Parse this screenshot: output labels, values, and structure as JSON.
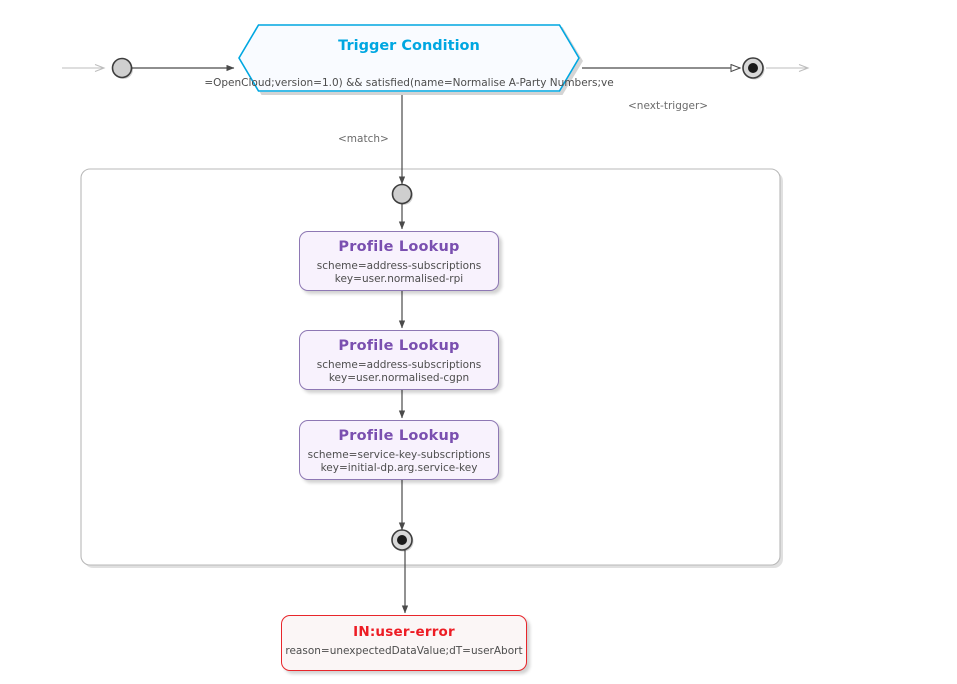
{
  "diagram": {
    "type": "activity-flow-diagram",
    "background_color": "#ffffff"
  },
  "trigger": {
    "title": "Trigger Condition",
    "detail": "=OpenCloud;version=1.0) && satisfied(name=Normalise A-Party Numbers;ve",
    "title_color": "#00a7e1",
    "border_color": "#00a7e1",
    "fill_color": "#f9fbff"
  },
  "edges": {
    "match_label": "<match>",
    "next_trigger_label": "<next-trigger>"
  },
  "nodes": [
    {
      "id": "profile-lookup-1",
      "title": "Profile Lookup",
      "detail": "scheme=address-subscriptions\nkey=user.normalised-rpi",
      "title_color": "#7a4fb0",
      "border_color": "#8e78b4",
      "fill_color": "#f8f2fd"
    },
    {
      "id": "profile-lookup-2",
      "title": "Profile Lookup",
      "detail": "scheme=address-subscriptions\nkey=user.normalised-cgpn",
      "title_color": "#7a4fb0",
      "border_color": "#8e78b4",
      "fill_color": "#f8f2fd"
    },
    {
      "id": "profile-lookup-3",
      "title": "Profile Lookup",
      "detail": "scheme=service-key-subscriptions\nkey=initial-dp.arg.service-key",
      "title_color": "#7a4fb0",
      "border_color": "#8e78b4",
      "fill_color": "#f8f2fd"
    }
  ],
  "error_node": {
    "id": "in-user-error",
    "title": "IN:user-error",
    "detail": "reason=unexpectedDataValue;dT=userAbort",
    "title_color": "#ed1c24",
    "border_color": "#e8262b",
    "fill_color": "#fbf6f6"
  },
  "control_nodes": {
    "outer_start": "initial-node",
    "outer_end": "final-node",
    "inner_start": "initial-node",
    "inner_end": "final-node"
  }
}
